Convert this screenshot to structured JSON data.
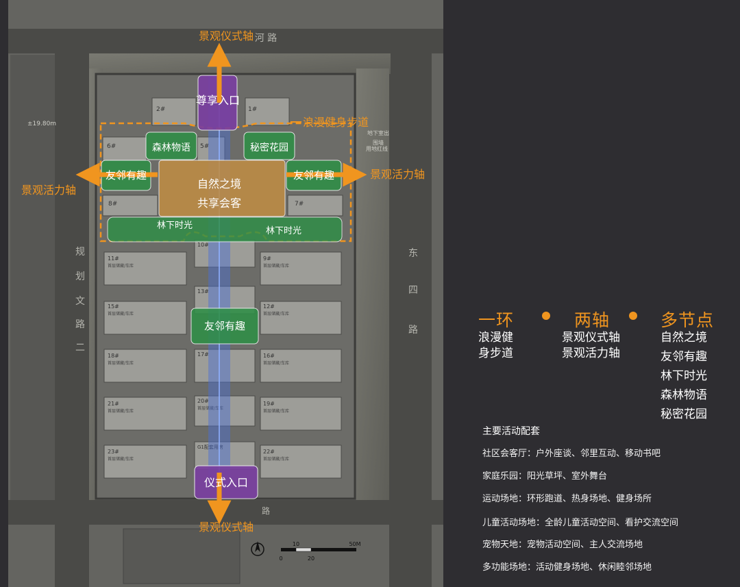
{
  "map": {
    "roads": {
      "north": "河 路",
      "west": [
        "规",
        "划",
        "文",
        "路",
        "二"
      ],
      "east": [
        "东",
        "四",
        "路"
      ],
      "south": "路"
    },
    "elevation_label": "±19.80m",
    "site_notes": [
      "地下室出",
      "围墙",
      "用地红线"
    ],
    "buildings": [
      "1#",
      "2#",
      "5#",
      "6#",
      "7#",
      "8#",
      "9#",
      "10#",
      "11#",
      "12#",
      "13#",
      "15#",
      "16#",
      "17#",
      "18#",
      "19#",
      "20#",
      "21#",
      "22#",
      "23#",
      "G1配套用房"
    ],
    "building_subtitle": "首层储藏/车库",
    "scale_bar": {
      "ticks": [
        "0",
        "10",
        "20",
        "50M"
      ]
    }
  },
  "zones": {
    "entrance_north": "尊享入口",
    "entrance_south": "仪式入口",
    "forest_story": "森林物语",
    "secret_garden": "秘密花园",
    "neighbor_fun_left": "友邻有趣",
    "neighbor_fun_right": "友邻有趣",
    "neighbor_fun_center": "友邻有趣",
    "nature_line1": "自然之境",
    "nature_line2": "共享会客",
    "under_forest_left": "林下时光",
    "under_forest_right": "林下时光"
  },
  "axes": {
    "ceremony_top": "景观仪式轴",
    "ceremony_bottom": "景观仪式轴",
    "vitality_left": "景观活力轴",
    "vitality_right": "景观活力轴",
    "walkway": "浪漫健身步道"
  },
  "legend": {
    "headings": [
      "一环",
      "两轴",
      "多节点"
    ],
    "ring": [
      "浪漫健",
      "身步道"
    ],
    "axes": [
      "景观仪式轴",
      "景观活力轴"
    ],
    "nodes": [
      "自然之境",
      "友邻有趣",
      "林下时光",
      "森林物语",
      "秘密花园"
    ]
  },
  "activities": {
    "title": "主要活动配套",
    "items": [
      "社区会客厅：户外座谈、邻里互动、移动书吧",
      "家庭乐园：阳光草坪、室外舞台",
      "运动场地：环形跑道、热身场地、健身场所",
      "儿童活动场地：全龄儿童活动空间、看护交流空间",
      "宠物天地：宠物活动空间、主人交流场地",
      "多功能场地：活动健身场地、休闲睦邻场地"
    ]
  },
  "colors": {
    "background": "#2e2d31",
    "accent_orange": "#f0951f",
    "zone_green": "#2f8f47",
    "zone_purple": "#7a3fa0",
    "zone_tan": "#bf8c44",
    "axis_blue": "#4a6fd8"
  }
}
